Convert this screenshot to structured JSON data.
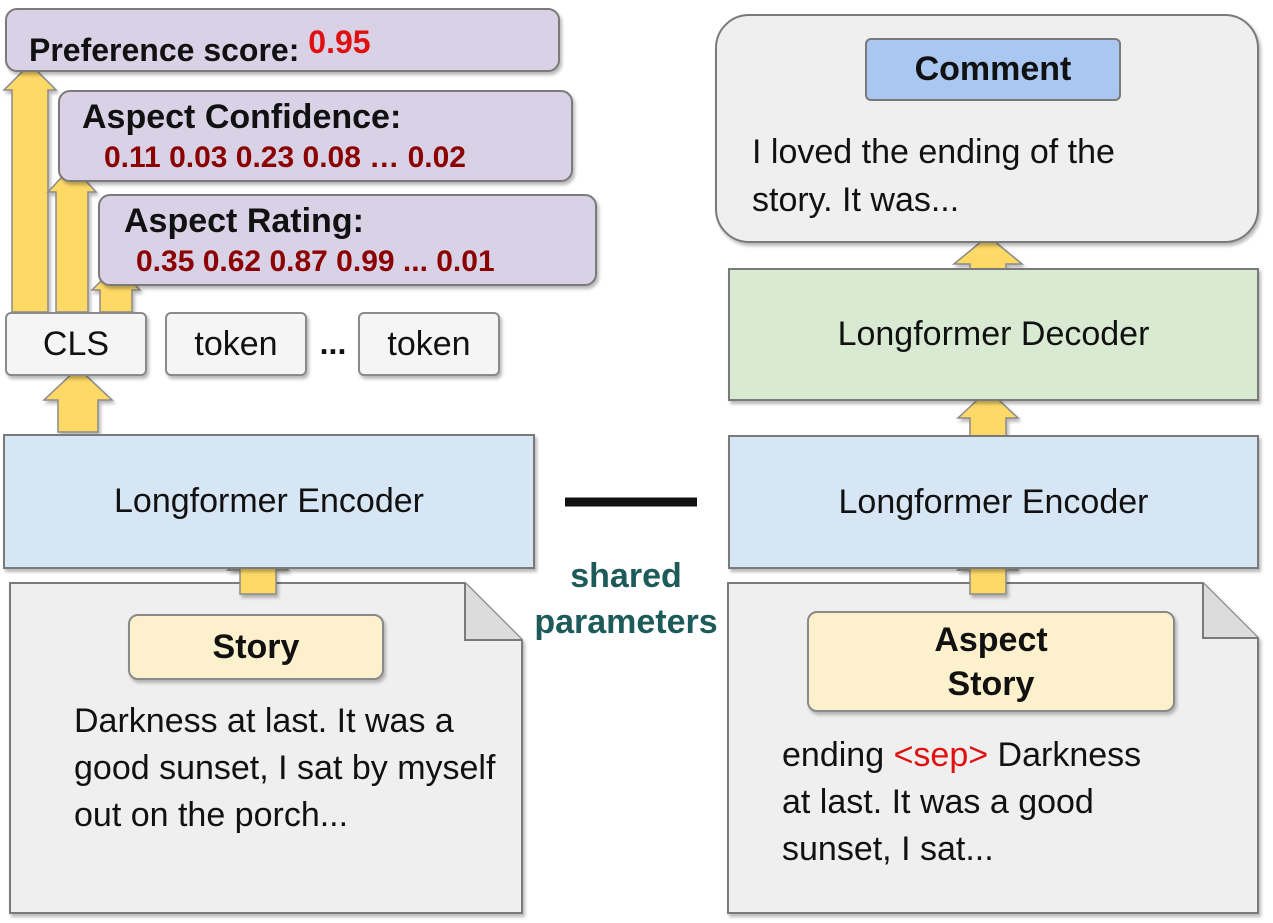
{
  "left": {
    "preference_label": "Preference score:",
    "preference_value": "0.95",
    "aspect_confidence_label": "Aspect Confidence:",
    "aspect_confidence_values": "0.11 0.03 0.23 0.08 … 0.02",
    "aspect_rating_label": "Aspect Rating:",
    "aspect_rating_values": "0.35 0.62 0.87 0.99 ... 0.01",
    "cls_token": "CLS",
    "token1": "token",
    "ellipsis": "...",
    "token2": "token",
    "encoder_label": "Longformer Encoder",
    "story_label": "Story",
    "story_text": "Darkness at last.  It was a good sunset, I sat by myself out on the porch..."
  },
  "middle": {
    "shared_line1": "shared",
    "shared_line2": "parameters"
  },
  "right": {
    "comment_label": "Comment",
    "comment_text": "I loved the ending of the story. It was...",
    "decoder_label": "Longformer Decoder",
    "encoder_label": "Longformer Encoder",
    "aspect_story_line1": "Aspect",
    "aspect_story_line2": "Story",
    "input_aspect": "ending",
    "input_sep": "<sep>",
    "input_rest_line1": "Darkness",
    "input_line2": "at last.  It was a good",
    "input_line3": "sunset, I sat..."
  },
  "colors": {
    "arrow_fill": "#ffd966",
    "score_red": "#e01010",
    "values_dark_red": "#8b0000",
    "sep_red": "#e01010",
    "shared_teal": "#1d5a5a"
  }
}
